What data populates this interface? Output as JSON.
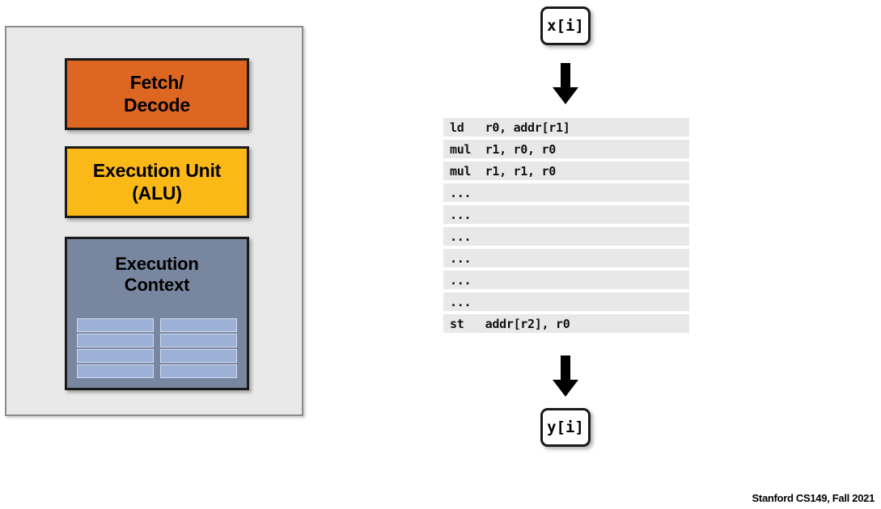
{
  "core_panel": {
    "name": "processor-core",
    "blocks": [
      {
        "id": "fetch-decode",
        "label": "Fetch/\nDecode",
        "color": "#dd6620"
      },
      {
        "id": "execution-unit",
        "label": "Execution Unit\n(ALU)",
        "color": "#fbb918"
      },
      {
        "id": "execution-context",
        "label": "Execution\nContext",
        "color": "#78879f"
      }
    ],
    "register_grid": {
      "columns": 2,
      "rows_per_column": 4,
      "cell_color": "#9db0d6"
    }
  },
  "stream": {
    "input_box": "x[i]",
    "output_box": "y[i]",
    "arrow_top": "down-arrow",
    "arrow_bottom": "down-arrow",
    "instructions": [
      "ld   r0, addr[r1]",
      "mul  r1, r0, r0",
      "mul  r1, r1, r0",
      "...",
      "...",
      "...",
      "...",
      "...",
      "...",
      "st   addr[r2], r0"
    ]
  },
  "footer": {
    "text": "Stanford CS149, Fall 2021"
  }
}
